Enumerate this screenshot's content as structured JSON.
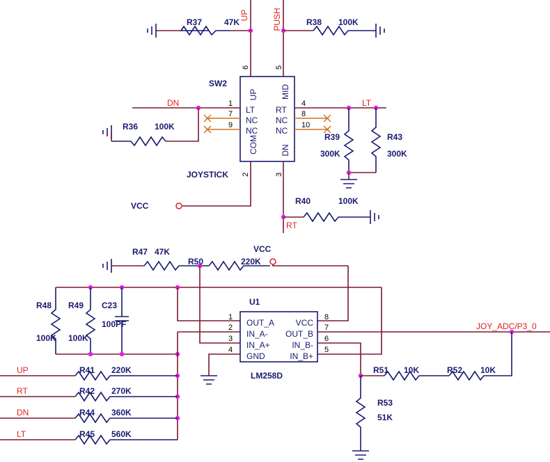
{
  "sw2": {
    "refdes": "SW2",
    "value": "JOYSTICK",
    "pin_names": {
      "up": "UP",
      "mid": "MID",
      "lt": "LT",
      "nc1": "NC",
      "nc2": "NC",
      "rt": "RT",
      "nc3": "NC",
      "nc4": "NC",
      "com": "COM",
      "dn": "DN"
    },
    "pin_numbers": {
      "p6": "6",
      "p5": "5",
      "p1": "1",
      "p7": "7",
      "p9": "9",
      "p4": "4",
      "p8": "8",
      "p10": "10",
      "p2": "2",
      "p3": "3"
    }
  },
  "resistors": {
    "r37": {
      "ref": "R37",
      "value": "47K"
    },
    "r38": {
      "ref": "R38",
      "value": "100K"
    },
    "r36": {
      "ref": "R36",
      "value": "100K"
    },
    "r39": {
      "ref": "R39",
      "value": "300K"
    },
    "r43": {
      "ref": "R43",
      "value": "300K"
    },
    "r40": {
      "ref": "R40",
      "value": "100K"
    },
    "r47": {
      "ref": "R47",
      "value": "47K"
    },
    "r50": {
      "ref": "R50",
      "value": "220K"
    },
    "r48": {
      "ref": "R48",
      "value": "100K"
    },
    "r49": {
      "ref": "R49",
      "value": "100K"
    },
    "r41": {
      "ref": "R41",
      "value": "220K"
    },
    "r42": {
      "ref": "R42",
      "value": "270K"
    },
    "r44": {
      "ref": "R44",
      "value": "360K"
    },
    "r45": {
      "ref": "R45",
      "value": "560K"
    },
    "r51": {
      "ref": "R51",
      "value": "10K"
    },
    "r52": {
      "ref": "R52",
      "value": "10K"
    },
    "r53": {
      "ref": "R53",
      "value": "51K"
    }
  },
  "c23": {
    "ref": "C23",
    "value": "100PF"
  },
  "u1": {
    "refdes": "U1",
    "value": "LM258D",
    "pins_left": [
      {
        "num": "1",
        "name": "OUT_A"
      },
      {
        "num": "2",
        "name": "IN_A-"
      },
      {
        "num": "3",
        "name": "IN_A+"
      },
      {
        "num": "4",
        "name": "GND"
      }
    ],
    "pins_right": [
      {
        "num": "8",
        "name": "VCC"
      },
      {
        "num": "7",
        "name": "OUT_B"
      },
      {
        "num": "6",
        "name": "IN_B-"
      },
      {
        "num": "5",
        "name": "IN_B+"
      }
    ]
  },
  "nets": {
    "up_top": "UP",
    "push_top": "PUSH",
    "dn_left": "DN",
    "lt_right": "LT",
    "rt_bottom": "RT",
    "adc": "JOY_ADC/P3_0",
    "in_up": "UP",
    "in_rt": "RT",
    "in_dn": "DN",
    "in_lt": "LT"
  },
  "power": {
    "vcc1": "VCC",
    "vcc2": "VCC"
  }
}
